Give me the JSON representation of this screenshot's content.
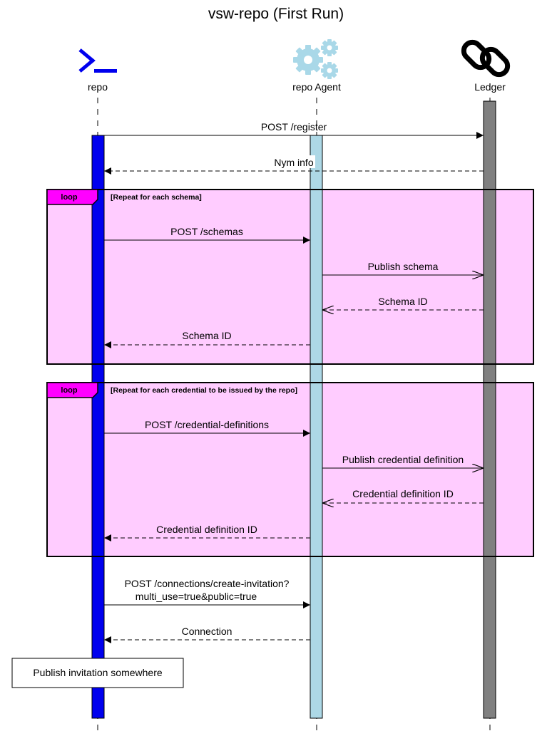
{
  "title": "vsw-repo (First Run)",
  "actors": [
    {
      "id": "repo",
      "label": "repo",
      "icon": "terminal-icon",
      "color": "#0000ee"
    },
    {
      "id": "agent",
      "label": "repo Agent",
      "icon": "gears-icon",
      "color": "#add8e6"
    },
    {
      "id": "ledger",
      "label": "Ledger",
      "icon": "chain-link-icon",
      "color": "#808080"
    }
  ],
  "messages": [
    {
      "label": "POST /register",
      "from": "repo",
      "to": "ledger",
      "style": "solid"
    },
    {
      "label": "Nym info",
      "from": "ledger",
      "to": "repo",
      "style": "dashed"
    },
    {
      "label": "POST /schemas",
      "from": "repo",
      "to": "agent",
      "style": "solid"
    },
    {
      "label": "Publish schema",
      "from": "agent",
      "to": "ledger",
      "style": "solid-open"
    },
    {
      "label": "Schema ID",
      "from": "ledger",
      "to": "agent",
      "style": "dashed-open"
    },
    {
      "label": "Schema ID",
      "from": "agent",
      "to": "repo",
      "style": "dashed"
    },
    {
      "label": "POST /credential-definitions",
      "from": "repo",
      "to": "agent",
      "style": "solid"
    },
    {
      "label": "Publish credential definition",
      "from": "agent",
      "to": "ledger",
      "style": "solid-open"
    },
    {
      "label": "Credential definition ID",
      "from": "ledger",
      "to": "agent",
      "style": "dashed-open"
    },
    {
      "label": "Credential definition ID",
      "from": "agent",
      "to": "repo",
      "style": "dashed"
    },
    {
      "label": "POST /connections/create-invitation?",
      "label2": "multi_use=true&public=true",
      "from": "repo",
      "to": "agent",
      "style": "solid"
    },
    {
      "label": "Connection",
      "from": "agent",
      "to": "repo",
      "style": "dashed"
    }
  ],
  "loops": [
    {
      "tag": "loop",
      "condition": "[Repeat for each schema]",
      "color": "#ffccff",
      "tag_color": "#ff00ff"
    },
    {
      "tag": "loop",
      "condition": "[Repeat for each credential to be issued by the repo]",
      "color": "#ffccff",
      "tag_color": "#ff00ff"
    }
  ],
  "note": {
    "text": "Publish invitation somewhere"
  }
}
